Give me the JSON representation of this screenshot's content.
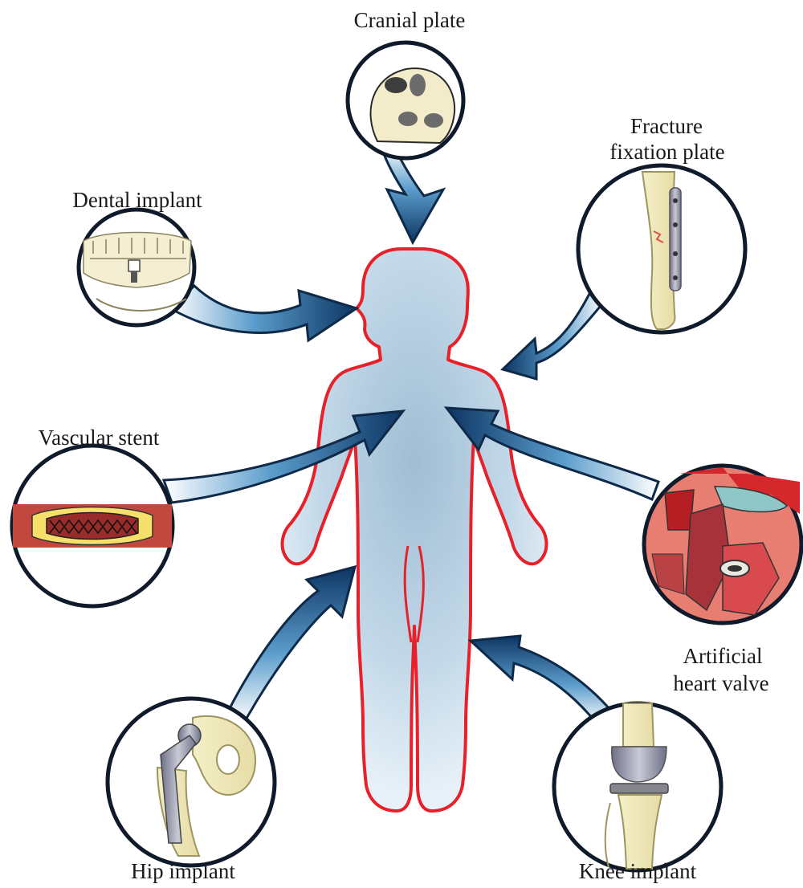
{
  "labels": {
    "cranial_plate": "Cranial plate",
    "fracture_line1": "Fracture",
    "fracture_line2": "fixation plate",
    "dental_implant": "Dental implant",
    "vascular_stent": "Vascular stent",
    "heart_valve_line1": "Artificial",
    "heart_valve_line2": "heart valve",
    "hip_implant": "Hip implant",
    "knee_implant": "Knee implant"
  },
  "colors": {
    "body_outline": "#e8202a",
    "body_fill": "#a9c7dc",
    "arrow_dark": "#0e3a66",
    "arrow_light": "#ffffff",
    "circle_stroke": "#0f1a2a"
  }
}
